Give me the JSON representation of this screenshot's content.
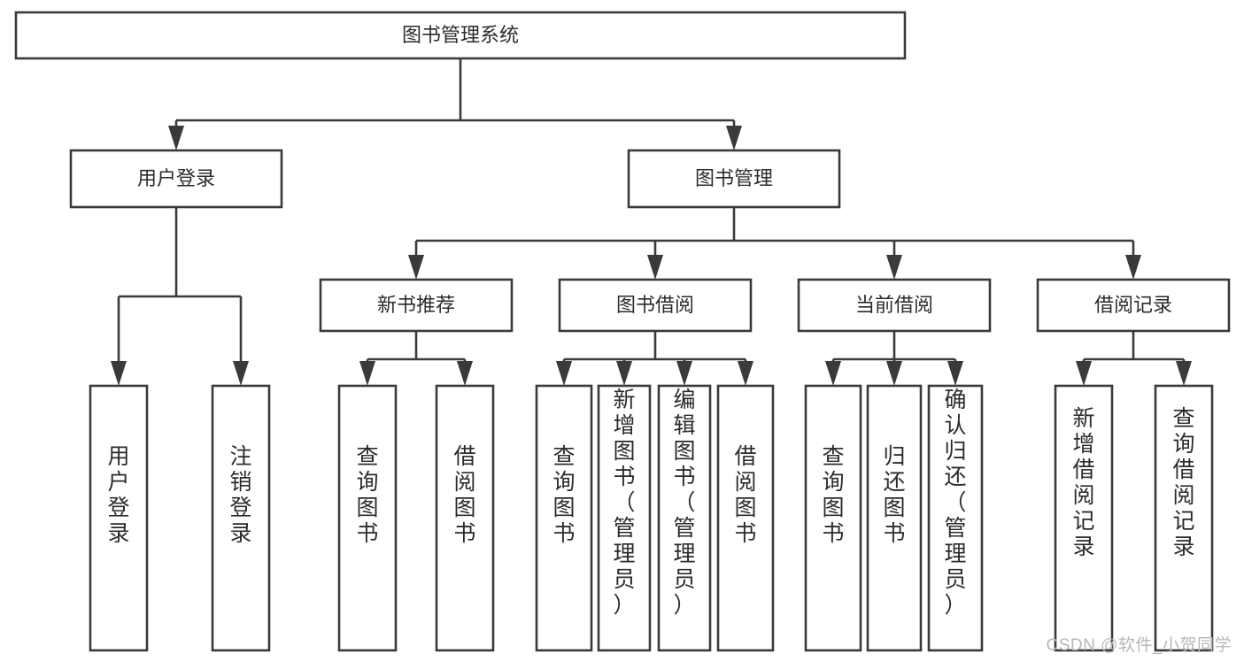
{
  "diagram": {
    "type": "tree-hierarchy-flowchart",
    "title": "图书管理系统",
    "watermark": "CSDN @软件_小贺同学",
    "colors": {
      "stroke": "#3a3a3a",
      "fill": "#ffffff",
      "text": "#2b2b2b",
      "background": "#ffffff",
      "watermark": "#b8b8b8"
    },
    "levels": [
      {
        "level": 1,
        "nodes": [
          {
            "id": "root",
            "label": "图书管理系统",
            "orientation": "horizontal"
          }
        ]
      },
      {
        "level": 2,
        "nodes": [
          {
            "id": "login",
            "label": "用户登录",
            "orientation": "horizontal",
            "parent": "root"
          },
          {
            "id": "bookmgmt",
            "label": "图书管理",
            "orientation": "horizontal",
            "parent": "root"
          }
        ]
      },
      {
        "level": 3,
        "nodes": [
          {
            "id": "newbook",
            "label": "新书推荐",
            "orientation": "horizontal",
            "parent": "bookmgmt"
          },
          {
            "id": "borrow",
            "label": "图书借阅",
            "orientation": "horizontal",
            "parent": "bookmgmt"
          },
          {
            "id": "current",
            "label": "当前借阅",
            "orientation": "horizontal",
            "parent": "bookmgmt"
          },
          {
            "id": "records",
            "label": "借阅记录",
            "orientation": "horizontal",
            "parent": "bookmgmt"
          }
        ]
      },
      {
        "level": 4,
        "nodes": [
          {
            "id": "leaf-1",
            "label": "用户登录",
            "orientation": "vertical",
            "parent": "login"
          },
          {
            "id": "leaf-2",
            "label": "注销登录",
            "orientation": "vertical",
            "parent": "login"
          },
          {
            "id": "leaf-3",
            "label": "查询图书",
            "orientation": "vertical",
            "parent": "newbook"
          },
          {
            "id": "leaf-4",
            "label": "借阅图书",
            "orientation": "vertical",
            "parent": "newbook"
          },
          {
            "id": "leaf-5",
            "label": "查询图书",
            "orientation": "vertical",
            "parent": "borrow"
          },
          {
            "id": "leaf-6",
            "label": "新增图书（管理员）",
            "orientation": "vertical",
            "parent": "borrow"
          },
          {
            "id": "leaf-7",
            "label": "编辑图书（管理员）",
            "orientation": "vertical",
            "parent": "borrow"
          },
          {
            "id": "leaf-8",
            "label": "借阅图书",
            "orientation": "vertical",
            "parent": "borrow"
          },
          {
            "id": "leaf-9",
            "label": "查询图书",
            "orientation": "vertical",
            "parent": "current"
          },
          {
            "id": "leaf-10",
            "label": "归还图书",
            "orientation": "vertical",
            "parent": "current"
          },
          {
            "id": "leaf-11",
            "label": "确认归还（管理员）",
            "orientation": "vertical",
            "parent": "current"
          },
          {
            "id": "leaf-12",
            "label": "新增借阅记录",
            "orientation": "vertical",
            "parent": "records"
          },
          {
            "id": "leaf-13",
            "label": "查询借阅记录",
            "orientation": "vertical",
            "parent": "records"
          }
        ]
      }
    ]
  }
}
